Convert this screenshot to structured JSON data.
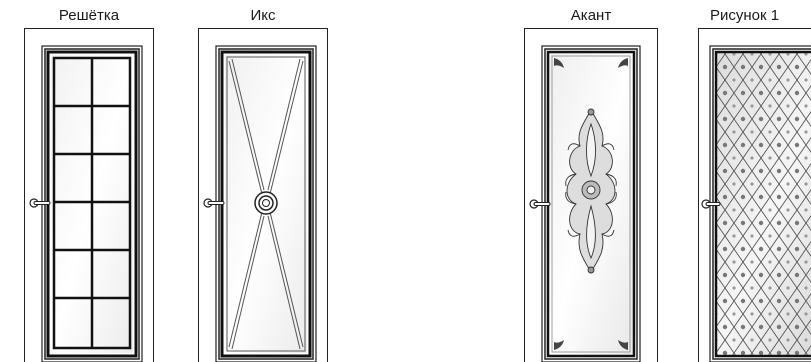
{
  "doors": [
    {
      "id": "reshetka",
      "title": "Решётка"
    },
    {
      "id": "iks",
      "title": "Икс"
    },
    {
      "id": "akant",
      "title": "Акант"
    },
    {
      "id": "risunok",
      "title": "Рисунок 1"
    }
  ]
}
